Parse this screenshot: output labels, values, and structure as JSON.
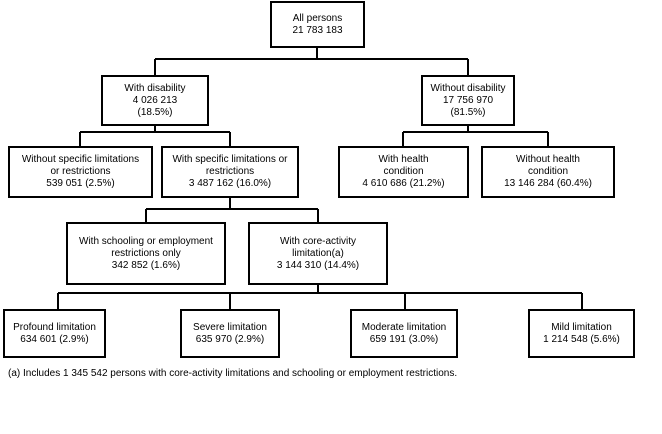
{
  "nodes": {
    "all": {
      "label": "All persons",
      "value": "21 783 183"
    },
    "with_disability": {
      "label": "With disability",
      "value": "4 026 213",
      "pct": "(18.5%)"
    },
    "without_disability": {
      "label": "Without disability",
      "value": "17 756 970",
      "pct": "(81.5%)"
    },
    "without_specific": {
      "line1": "Without specific limitations",
      "line2": "or restrictions",
      "value": "539 051 (2.5%)"
    },
    "with_specific": {
      "line1": "With specific limitations or",
      "line2": "restrictions",
      "value": "3 487 162 (16.0%)"
    },
    "with_health": {
      "line1": "With health",
      "line2": "condition",
      "value": "4 610 686 (21.2%)"
    },
    "without_health": {
      "line1": "Without health",
      "line2": "condition",
      "value": "13 146 284 (60.4%)"
    },
    "schooling_only": {
      "line1": "With schooling or employment",
      "line2": "restrictions only",
      "value": "342 852 (1.6%)"
    },
    "core_activity": {
      "line1": "With core-activity",
      "line2": "limitation(a)",
      "value": "3 144 310 (14.4%)"
    },
    "profound": {
      "label": "Profound limitation",
      "value": "634 601 (2.9%)"
    },
    "severe": {
      "label": "Severe limitation",
      "value": "635 970 (2.9%)"
    },
    "moderate": {
      "label": "Moderate limitation",
      "value": "659 191 (3.0%)"
    },
    "mild": {
      "label": "Mild limitation",
      "value": "1 214 548 (5.6%)"
    }
  },
  "footnote": "(a) Includes 1 345 542 persons with core-activity limitations and schooling or employment restrictions."
}
